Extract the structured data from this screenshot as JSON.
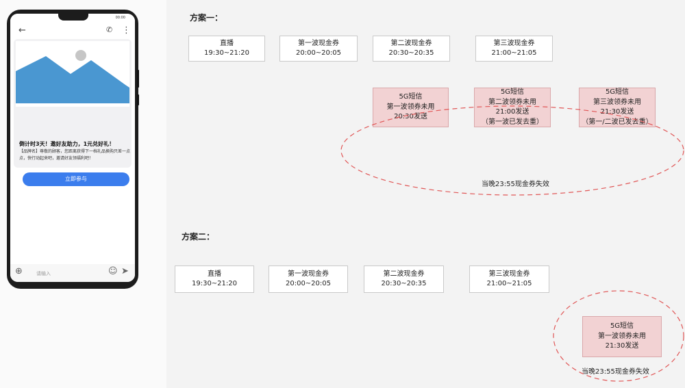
{
  "phone": {
    "status_time": "00:00",
    "card_title": "倒计时3天！邀好友助力，1元兑好礼！",
    "card_body": "【品牌名】尊敬的顾客，您距离获得下一档礼品换购只差一点点，快行动起来吧，邀请好友领福利吧！",
    "button_label": "立即参与",
    "input_placeholder": "请输入"
  },
  "plan1": {
    "title": "方案一：",
    "boxes": [
      {
        "line1": "直播",
        "line2": "19:30~21:20"
      },
      {
        "line1": "第一波现金券",
        "line2": "20:00~20:05"
      },
      {
        "line1": "第二波现金券",
        "line2": "20:30~20:35"
      },
      {
        "line1": "第三波现金券",
        "line2": "21:00~21:05"
      }
    ],
    "sms": [
      {
        "lines": [
          "5G短信",
          "第一波领券未用",
          "20:30发送"
        ]
      },
      {
        "lines": [
          "5G短信",
          "第二波领券未用",
          "21:00发送",
          "（第一波已发去重）"
        ]
      },
      {
        "lines": [
          "5G短信",
          "第三波领券未用",
          "21:30发送",
          "（第一/二波已发去重）"
        ]
      }
    ],
    "note": "当晚23:55现金券失效"
  },
  "plan2": {
    "title": "方案二：",
    "boxes": [
      {
        "line1": "直播",
        "line2": "19:30~21:20"
      },
      {
        "line1": "第一波现金券",
        "line2": "20:00~20:05"
      },
      {
        "line1": "第二波现金券",
        "line2": "20:30~20:35"
      },
      {
        "line1": "第三波现金券",
        "line2": "21:00~21:05"
      }
    ],
    "sms": [
      {
        "lines": [
          "5G短信",
          "第一波领券未用",
          "21:30发送"
        ]
      }
    ],
    "note": "当晚23:55现金券失效"
  },
  "colors": {
    "sms_fill": "#f2d2d3",
    "ellipse_stroke": "#e05555",
    "cta_button": "#3b7ded",
    "image_mountain": "#4a97d1"
  },
  "icons": [
    "back-arrow-icon",
    "phone-call-icon",
    "more-vert-icon",
    "add-circle-icon",
    "emoji-icon",
    "send-icon"
  ]
}
